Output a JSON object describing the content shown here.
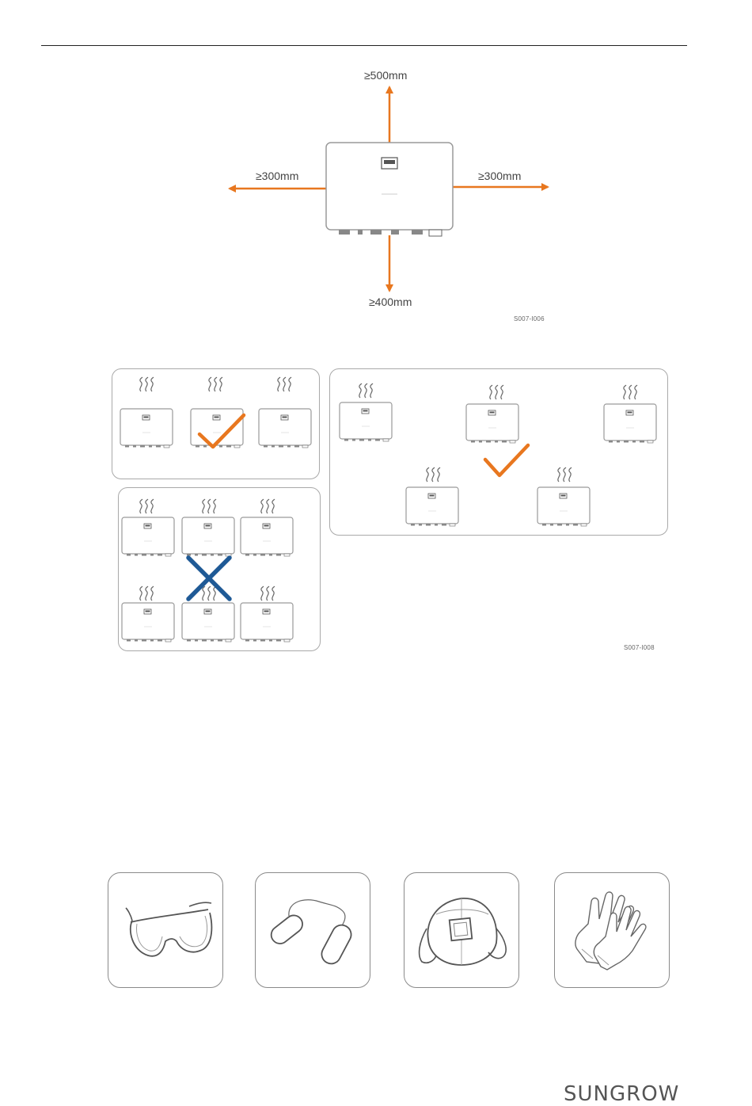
{
  "clearance": {
    "top": "≥500mm",
    "left": "≥300mm",
    "right": "≥300mm",
    "bottom": "≥400mm",
    "figure_code": "S007-I006",
    "arrow_color": "#e8771f"
  },
  "arrangement": {
    "figure_code": "S007-I008",
    "correct_color": "#e8771f",
    "wrong_color": "#1f5a96"
  },
  "ppe": {
    "items": [
      {
        "icon": "safety-goggles-icon"
      },
      {
        "icon": "earplugs-icon"
      },
      {
        "icon": "dust-mask-icon"
      },
      {
        "icon": "protective-gloves-icon"
      }
    ]
  },
  "footer": {
    "brand": "SUNGROW"
  }
}
